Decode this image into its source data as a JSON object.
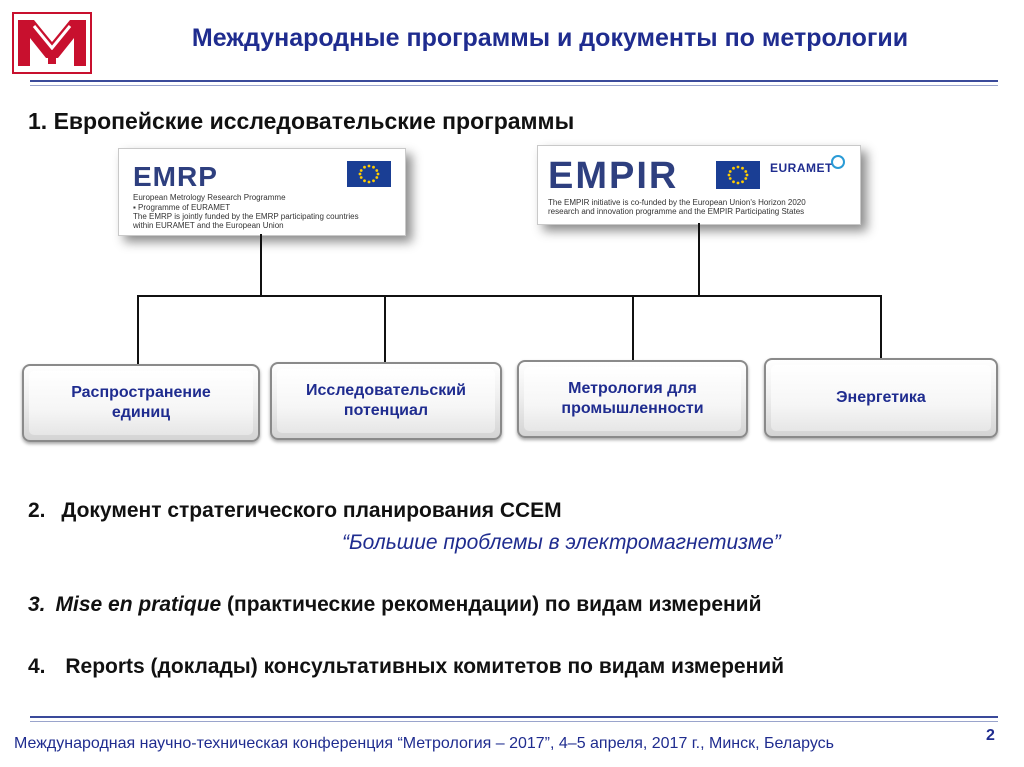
{
  "header": {
    "logo_icon": "metrology-m-logo-icon",
    "title": "Международные программы и документы по метрологии"
  },
  "section1": {
    "heading": "1. Европейские исследовательские программы",
    "programs": [
      {
        "name": "EMRP",
        "sub1": "European Metrology Research Programme",
        "sub2": "▪ Programme of EURAMET",
        "desc1": "The EMRP is jointly funded by the EMRP participating countries",
        "desc2": "within EURAMET and the European Union",
        "icon": "eu-flag-icon"
      },
      {
        "name": "EMPIR",
        "partner": "EURAMET",
        "desc1": "The EMPIR initiative is co-funded by the European Union's Horizon 2020",
        "desc2": "research and innovation programme and the EMPIR Participating States",
        "icon": "eu-flag-icon"
      }
    ],
    "categories": [
      {
        "line1": "Распространение",
        "line2": "единиц"
      },
      {
        "line1": "Исследовательский",
        "line2": "потенциал"
      },
      {
        "line1": "Метрология для",
        "line2": "промышленности"
      },
      {
        "line1": "Энергетика",
        "line2": ""
      }
    ]
  },
  "items": {
    "item2_num": "2.",
    "item2_text": "Документ стратегического планирования CCEM",
    "item2_quote": "“Большие проблемы в электромагнетизме”",
    "item3_num": "3.",
    "item3_italic": "Mise en pratique",
    "item3_text": " (практические рекомендации) по видам измерений",
    "item4_num": "4.",
    "item4_text": "Reports (доклады) консультативных комитетов по видам измерений"
  },
  "footer": {
    "text": "Международная научно-техническая конференция “Метрология – 2017”, 4–5 апреля, 2017 г., Минск, Беларусь",
    "page": "2"
  },
  "colors": {
    "title": "#1f2c8f",
    "logo_red": "#c8102e",
    "eu_blue": "#1a3e94",
    "eu_star": "#ffcc00"
  }
}
